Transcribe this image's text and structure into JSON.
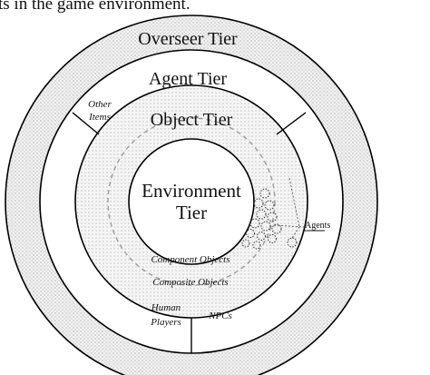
{
  "caption": "ts in the game environment.",
  "tiers": {
    "overseer": "Overseer Tier",
    "agent": "Agent Tier",
    "object": "Object Tier",
    "environment_line1": "Environment",
    "environment_line2": "Tier"
  },
  "labels": {
    "other_items_line1": "Other",
    "other_items_line2": "Items",
    "component_objects": "Component Objects",
    "composite_objects": "Composite Objects",
    "human_players_line1": "Human",
    "human_players_line2": "Players",
    "npcs": "NPCs",
    "agents": "Agents"
  },
  "colors": {
    "outer_ring_fill": "#e9e9e9",
    "agent_ring_fill": "#ffffff",
    "object_ring_fill": "#efefef",
    "center_fill": "#ffffff",
    "line": "#000000",
    "dashed": "#9a9a9a"
  }
}
